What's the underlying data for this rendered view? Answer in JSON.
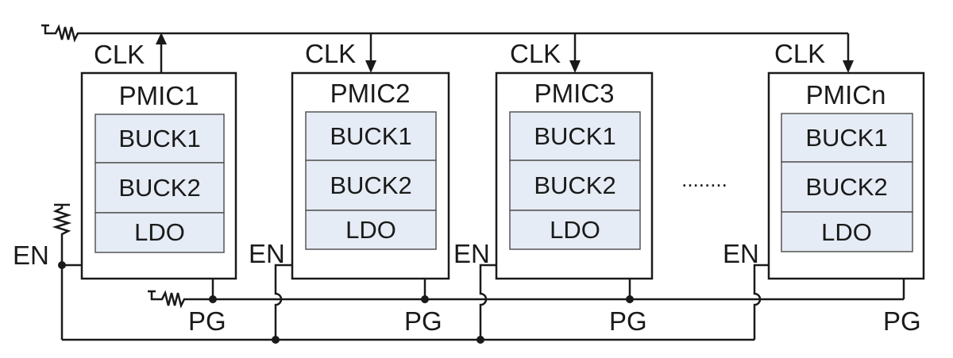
{
  "signals": {
    "clk": "CLK",
    "en": "EN",
    "pg": "PG"
  },
  "ellipsis": "........",
  "modules": [
    {
      "name": "PMIC1",
      "blocks": [
        "BUCK1",
        "BUCK2",
        "LDO"
      ]
    },
    {
      "name": "PMIC2",
      "blocks": [
        "BUCK1",
        "BUCK2",
        "LDO"
      ]
    },
    {
      "name": "PMIC3",
      "blocks": [
        "BUCK1",
        "BUCK2",
        "LDO"
      ]
    },
    {
      "name": "PMICn",
      "blocks": [
        "BUCK1",
        "BUCK2",
        "LDO"
      ]
    }
  ],
  "colors": {
    "line": "#1a1a1a",
    "block_fill": "#e6ecf5"
  }
}
